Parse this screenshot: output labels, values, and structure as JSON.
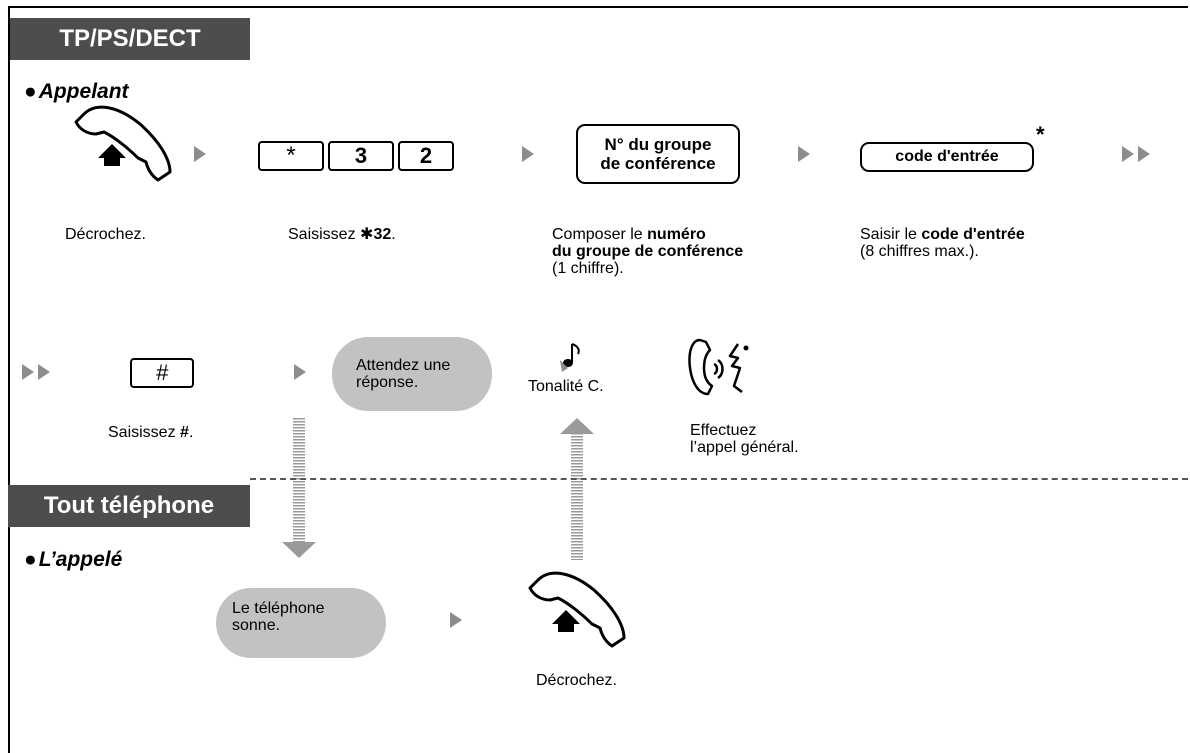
{
  "header": {
    "device_tag": "TP/PS/DECT",
    "callee_tag": "Tout téléphone"
  },
  "caller": {
    "label": "Appelant",
    "steps": {
      "offhook": {
        "caption": "Décrochez."
      },
      "dial": {
        "keys": [
          "*",
          "3",
          "2"
        ],
        "caption_prefix": "Saisissez ",
        "caption_bold": "✱32",
        "caption_suffix": "."
      },
      "conf_group": {
        "box_line1": "N° du groupe",
        "box_line2": "de conférence",
        "caption_line1_prefix": "Composer le ",
        "caption_line1_bold": "numéro",
        "caption_line2_bold": "du groupe de conférence",
        "caption_line3": "(1 chiffre)."
      },
      "entry_code": {
        "box": "code d'entrée",
        "asterisk": "*",
        "caption_line1_prefix": "Saisir le ",
        "caption_line1_bold": "code d'entrée",
        "caption_line2": "(8 chiffres max.)."
      },
      "hash": {
        "key": "#",
        "caption_prefix": "Saisissez ",
        "caption_bold": "#",
        "caption_suffix": "."
      },
      "wait": {
        "line1": "Attendez une",
        "line2": "réponse."
      },
      "tone": {
        "caption": "Tonalité C."
      },
      "announce": {
        "line1": "Effectuez",
        "line2": "l’appel général."
      }
    }
  },
  "callee": {
    "label": "L’appelé",
    "ring": {
      "line1": "Le téléphone",
      "line2": "sonne."
    },
    "offhook": {
      "caption": "Décrochez."
    }
  },
  "icons": {
    "handset": "handset-offhook-icon",
    "play": "play-arrow-icon",
    "double_play": "double-play-arrow-icon",
    "note": "music-note-icon",
    "talk": "talking-handset-icon"
  },
  "colors": {
    "tag_bg": "#4d4d4d",
    "pill_bg": "#c2c2c2",
    "arrow": "#8c8c8c"
  }
}
